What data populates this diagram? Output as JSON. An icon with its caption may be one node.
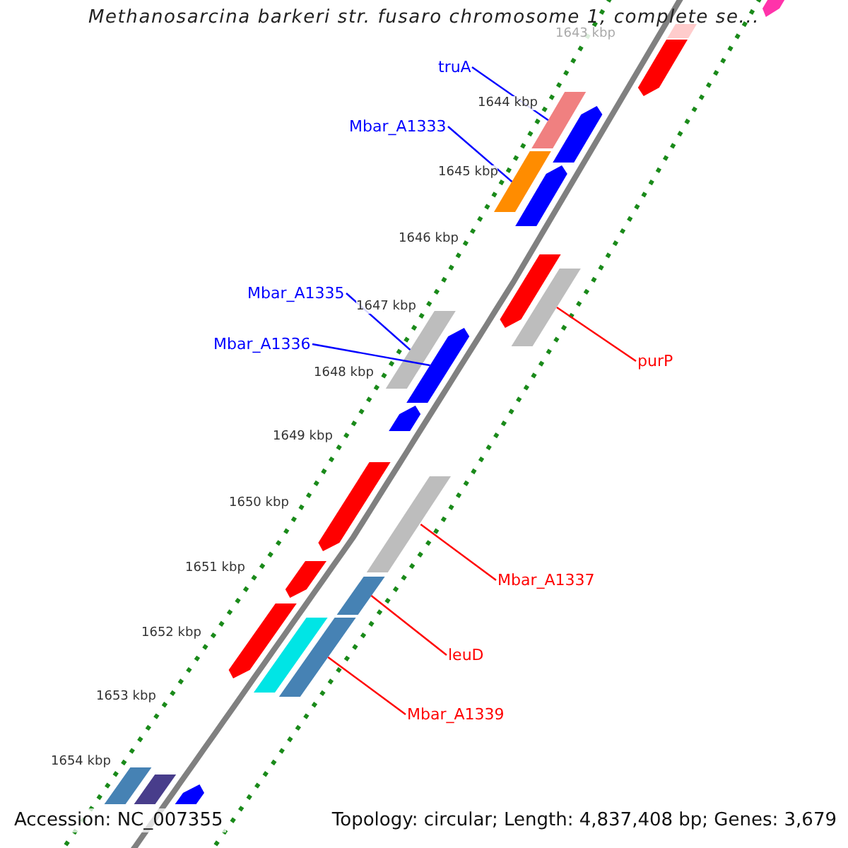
{
  "diagram": {
    "title": "Methanosarcina barkeri str. fusaro chromosome 1, complete se...",
    "nodes": [
      {
        "text": [],
        "shape": "bar"
      },
      {
        "text": [],
        "shape": "bar"
      },
      {
        "text": [],
        "shape": "bar"
      },
      {
        "text": [
          "truA"
        ]
      },
      {
        "text": [],
        "shape": "bar"
      },
      {
        "text": [],
        "shape": "bar"
      },
      {
        "text": [
          "Mbar_A1333"
        ]
      },
      {
        "text": [],
        "shape": "bar"
      },
      {
        "text": [],
        "shape": "bar"
      },
      {
        "text": [],
        "shape": "bar"
      },
      {
        "text": [],
        "shape": "bar"
      },
      {
        "text": [
          "Mbar_A1335"
        ]
      },
      {
        "text": [],
        "shape": "bar"
      },
      {
        "text": [],
        "shape": "bar"
      },
      {
        "text": [
          "Mbar_A1336"
        ]
      },
      {
        "text": [
          "purP"
        ]
      },
      {
        "text": [],
        "shape": "bar"
      },
      {
        "text": [],
        "shape": "bar"
      },
      {
        "text": [],
        "shape": "bar"
      },
      {
        "text": [],
        "shape": "bar"
      },
      {
        "text": [
          "Mbar_A1337"
        ]
      },
      {
        "text": [],
        "shape": "bar"
      },
      {
        "text": [],
        "shape": "bar"
      },
      {
        "text": [],
        "shape": "bar"
      },
      {
        "text": [],
        "shape": "bar"
      },
      {
        "text": [
          "leuD"
        ]
      },
      {
        "text": [
          "Mbar_A1339"
        ]
      },
      {
        "text": [],
        "shape": "bar"
      },
      {
        "text": [],
        "shape": "bar"
      },
      {
        "text": [],
        "shape": "bar"
      }
    ],
    "edges": [
      {
        "from": 3,
        "to": 4,
        "arrow": "none",
        "color": "#0000ff"
      },
      {
        "from": 6,
        "to": 7,
        "arrow": "none",
        "color": "#0000ff"
      },
      {
        "from": 11,
        "to": 12,
        "arrow": "none",
        "color": "#0000ff"
      },
      {
        "from": 14,
        "to": 13,
        "arrow": "none",
        "color": "#0000ff"
      },
      {
        "from": 15,
        "to": 10,
        "arrow": "none",
        "color": "#ff0000"
      },
      {
        "from": 20,
        "to": 18,
        "arrow": "none",
        "color": "#ff0000"
      },
      {
        "from": 25,
        "to": 21,
        "arrow": "none",
        "color": "#ff0000"
      },
      {
        "from": 26,
        "to": 24,
        "arrow": "none",
        "color": "#ff0000"
      }
    ],
    "labels": [
      "1643 kbp",
      "1644 kbp",
      "1645 kbp",
      "1646 kbp",
      "1647 kbp",
      "1648 kbp",
      "1649 kbp",
      "1650 kbp",
      "1651 kbp",
      "1652 kbp",
      "1653 kbp",
      "1654 kbp",
      "Accession: NC_007355",
      "Topology: circular; Length: 4,837,408 bp; Genes: 3,679"
    ]
  }
}
